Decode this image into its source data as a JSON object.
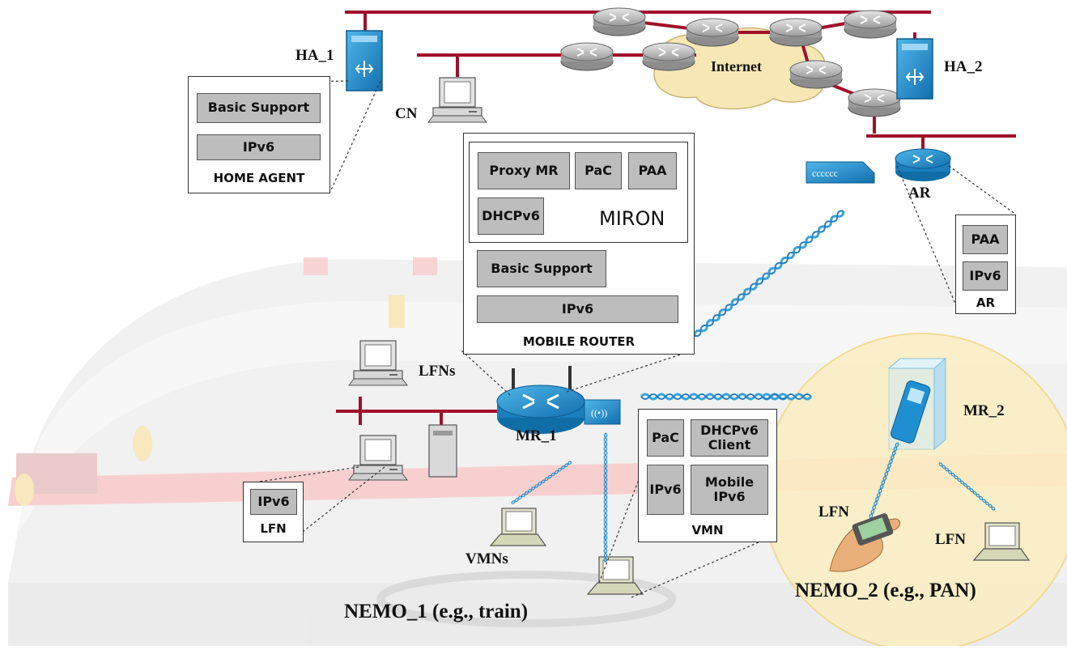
{
  "colors": {
    "link": "#a0102a",
    "cloud": "#f6e7b4",
    "router": "#bdbdbd",
    "device_blue": "#1f8fd1",
    "nemo2_circle": "#fbeec0",
    "module": "#bdbdbd"
  },
  "labels": {
    "ha1": "HA_1",
    "ha2": "HA_2",
    "cn": "CN",
    "internet": "Internet",
    "ar": "AR",
    "lfns": "LFNs",
    "mr1": "MR_1",
    "mr2": "MR_2",
    "vmns": "VMNs",
    "lfn_a": "LFN",
    "lfn_b": "LFN",
    "nemo1": "NEMO_1 (e.g., train)",
    "nemo2": "NEMO_2 (e.g., PAN)"
  },
  "home_agent_box": {
    "modules": [
      "Basic Support",
      "IPv6"
    ],
    "caption": "HOME AGENT"
  },
  "mobile_router_box": {
    "miron": {
      "modules": [
        "Proxy MR",
        "PaC",
        "PAA",
        "DHCPv6"
      ],
      "title": "MIRON"
    },
    "modules": [
      "Basic Support",
      "IPv6"
    ],
    "caption": "MOBILE ROUTER"
  },
  "ar_box": {
    "modules": [
      "PAA",
      "IPv6"
    ],
    "caption": "AR"
  },
  "lfn_box": {
    "modules": [
      "IPv6"
    ],
    "caption": "LFN"
  },
  "vmn_box": {
    "modules": [
      "PaC",
      "DHCPv6 Client",
      "IPv6",
      "Mobile IPv6"
    ],
    "caption": "VMN"
  }
}
